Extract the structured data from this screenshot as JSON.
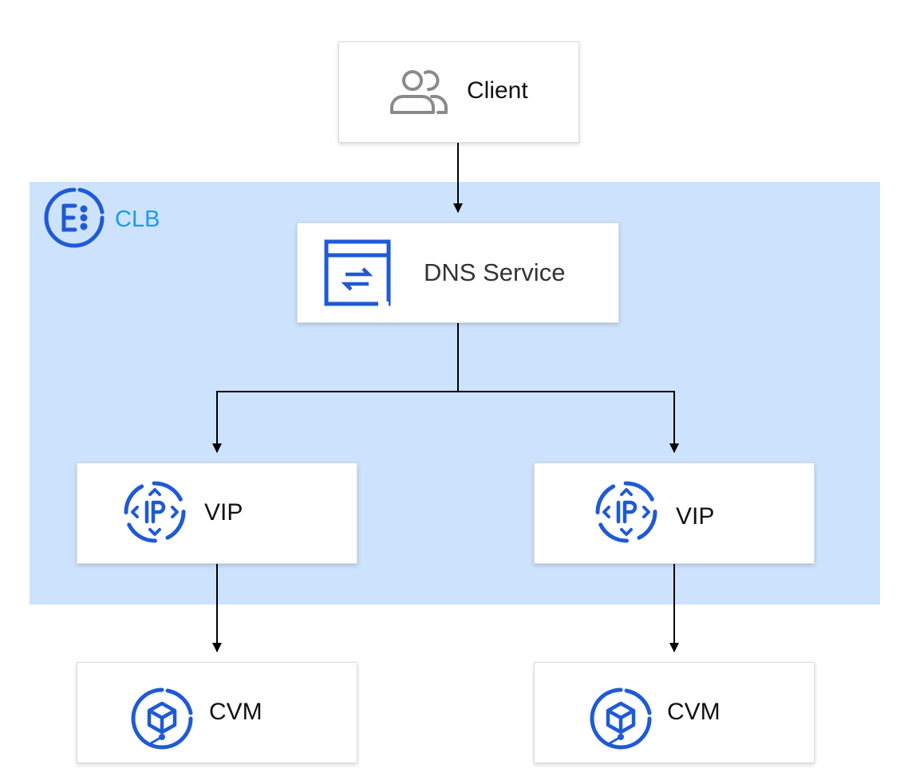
{
  "region": {
    "label": "CLB",
    "icon": "clb-icon",
    "background_color": "#cde2fc",
    "label_color": "#1a9bf0"
  },
  "nodes": {
    "client": {
      "label": "Client",
      "icon": "users-icon"
    },
    "dns": {
      "label": "DNS Service",
      "icon": "dns-service-icon"
    },
    "vip_left": {
      "label": "VIP",
      "icon": "ip-icon"
    },
    "vip_right": {
      "label": "VIP",
      "icon": "ip-icon"
    },
    "cvm_left": {
      "label": "CVM",
      "icon": "cvm-icon"
    },
    "cvm_right": {
      "label": "CVM",
      "icon": "cvm-icon"
    }
  },
  "connections": [
    {
      "from": "client",
      "to": "dns"
    },
    {
      "from": "dns",
      "to": "vip_left"
    },
    {
      "from": "dns",
      "to": "vip_right"
    },
    {
      "from": "vip_left",
      "to": "cvm_left"
    },
    {
      "from": "vip_right",
      "to": "cvm_right"
    }
  ],
  "colors": {
    "icon_blue": "#1f5ad6",
    "client_icon_gray": "#8a8a8a",
    "connector": "#000000"
  }
}
